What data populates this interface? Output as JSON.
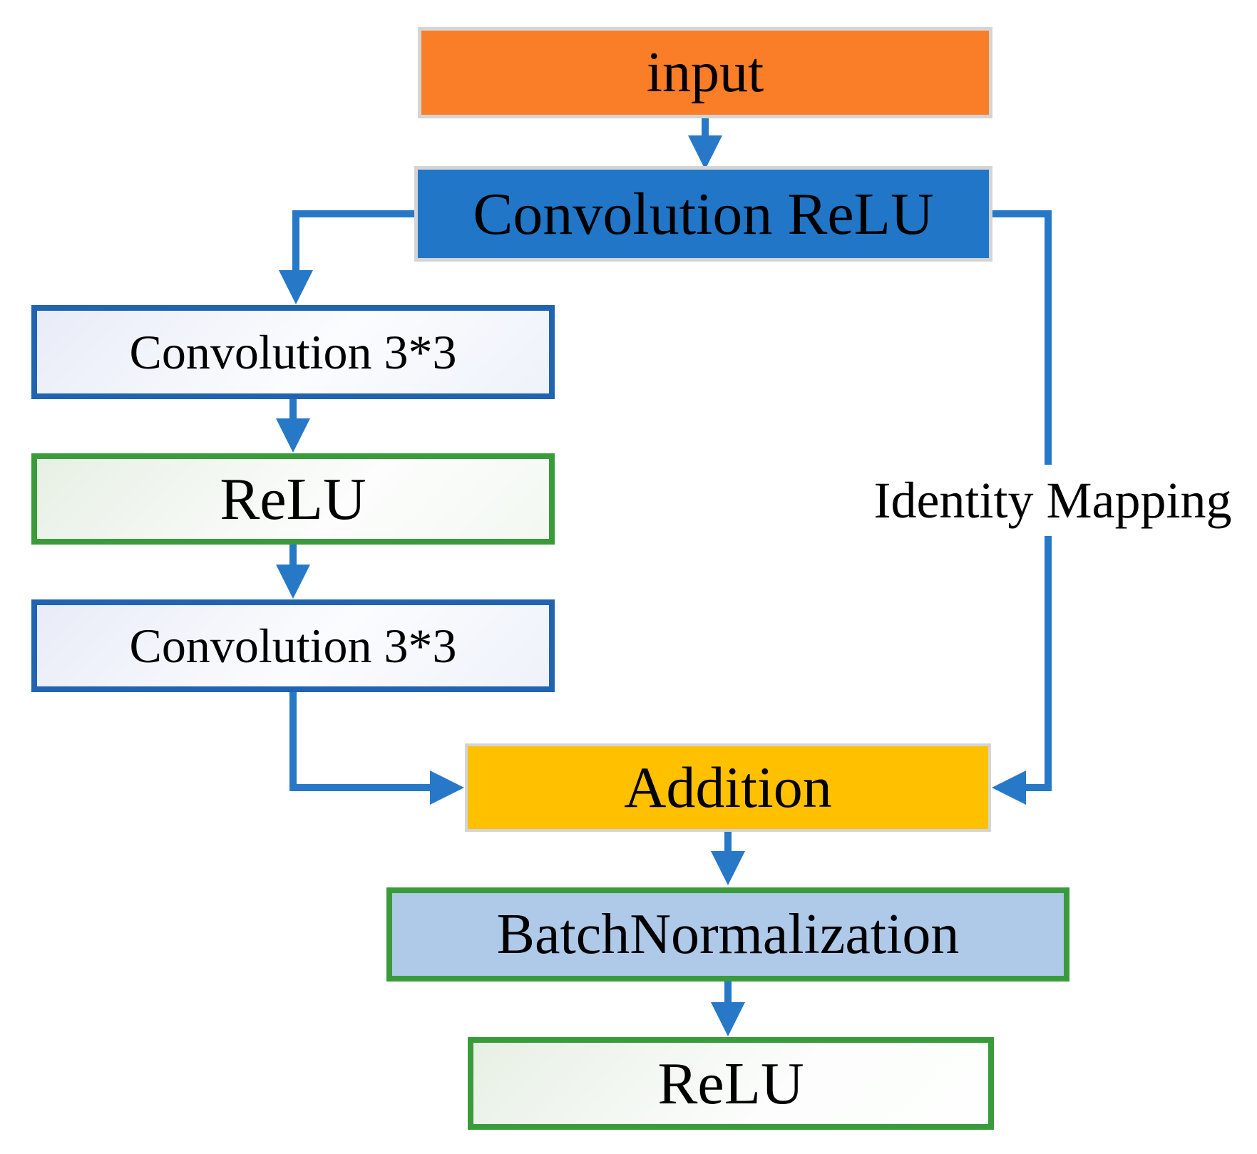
{
  "diagram": {
    "type": "flowchart",
    "description": "Residual block structure: convolution branch with identity mapping skip connection merged by addition",
    "nodes": [
      {
        "id": "input",
        "label": "input",
        "fill": "#F97E27",
        "border": "#D4D4D4"
      },
      {
        "id": "conv_relu",
        "label": "Convolution ReLU",
        "fill": "#2176C8",
        "border": "#D4D4D4"
      },
      {
        "id": "conv1",
        "label": "Convolution 3*3",
        "fill": "gradient-white-lavender",
        "border": "#2063B0"
      },
      {
        "id": "relu1",
        "label": "ReLU",
        "fill": "gradient-white-green",
        "border": "#3A9B3B"
      },
      {
        "id": "conv2",
        "label": "Convolution 3*3",
        "fill": "gradient-white-lavender",
        "border": "#2063B0"
      },
      {
        "id": "addition",
        "label": "Addition",
        "fill": "#FFC000",
        "border": "#D4D4D4"
      },
      {
        "id": "batchnorm",
        "label": "BatchNormalization",
        "fill": "#AFC9E9",
        "border": "#3A9B3B"
      },
      {
        "id": "relu2",
        "label": "ReLU",
        "fill": "gradient-white-green",
        "border": "#3A9B3B"
      }
    ],
    "edges": [
      {
        "from": "input",
        "to": "conv_relu"
      },
      {
        "from": "conv_relu",
        "to": "conv1"
      },
      {
        "from": "conv1",
        "to": "relu1"
      },
      {
        "from": "relu1",
        "to": "conv2"
      },
      {
        "from": "conv2",
        "to": "addition"
      },
      {
        "from": "conv_relu",
        "to": "addition",
        "label": "Identity Mapping"
      },
      {
        "from": "addition",
        "to": "batchnorm"
      },
      {
        "from": "batchnorm",
        "to": "relu2"
      }
    ],
    "edge_label": "Identity Mapping",
    "colors": {
      "connector": "#2878C8",
      "text": "#000000",
      "background": "#FFFFFF"
    }
  }
}
